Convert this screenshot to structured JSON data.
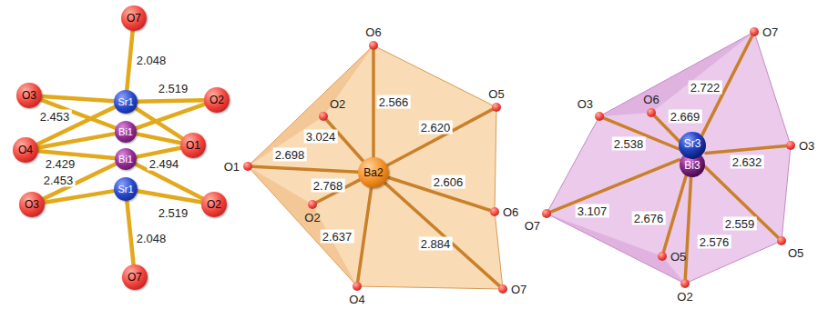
{
  "diagram": {
    "nodes": [
      {
        "text": [
          "O7"
        ]
      },
      {
        "text": [
          "O3"
        ]
      },
      {
        "text": [
          "O2"
        ]
      },
      {
        "text": [
          "Sr1"
        ]
      },
      {
        "text": [
          "Bi1"
        ]
      },
      {
        "text": [
          "O4"
        ]
      },
      {
        "text": [
          "O1"
        ]
      },
      {
        "text": [
          "Bi1"
        ]
      },
      {
        "text": [
          "Sr1"
        ]
      },
      {
        "text": [
          "O3"
        ]
      },
      {
        "text": [
          "O2"
        ]
      },
      {
        "text": [
          "O7"
        ]
      },
      {
        "text": [
          "O6"
        ]
      },
      {
        "text": [
          "O2"
        ]
      },
      {
        "text": [
          "O5"
        ]
      },
      {
        "text": [
          "O1"
        ]
      },
      {
        "text": [
          "Ba2"
        ]
      },
      {
        "text": [
          "O2"
        ]
      },
      {
        "text": [
          "O6"
        ]
      },
      {
        "text": [
          "O4"
        ]
      },
      {
        "text": [
          "O7"
        ]
      },
      {
        "text": [
          "O7"
        ]
      },
      {
        "text": [
          "O3"
        ]
      },
      {
        "text": [
          "O6"
        ]
      },
      {
        "text": [
          "O3"
        ]
      },
      {
        "text": [
          "Sr3",
          "Bi3"
        ]
      },
      {
        "text": [
          "O7"
        ]
      },
      {
        "text": [
          "O5"
        ]
      },
      {
        "text": [
          "O5"
        ]
      },
      {
        "text": [
          "O2"
        ]
      }
    ],
    "edges": [
      {
        "from": 0,
        "to": 3,
        "arrow": "none",
        "label": "2.048"
      },
      {
        "from": 1,
        "to": 3,
        "arrow": "none",
        "label": "2.453"
      },
      {
        "from": 3,
        "to": 2,
        "arrow": "none",
        "label": "2.519"
      },
      {
        "from": 5,
        "to": 4,
        "arrow": "none",
        "label": "2.429"
      },
      {
        "from": 4,
        "to": 6,
        "arrow": "none",
        "label": "2.494"
      },
      {
        "from": 9,
        "to": 8,
        "arrow": "none",
        "label": "2.453"
      },
      {
        "from": 8,
        "to": 10,
        "arrow": "none",
        "label": "2.519"
      },
      {
        "from": 8,
        "to": 11,
        "arrow": "none",
        "label": "2.048"
      },
      {
        "from": 1,
        "to": 4,
        "arrow": "none"
      },
      {
        "from": 2,
        "to": 4,
        "arrow": "none"
      },
      {
        "from": 5,
        "to": 7,
        "arrow": "none"
      },
      {
        "from": 6,
        "to": 7,
        "arrow": "none"
      },
      {
        "from": 9,
        "to": 7,
        "arrow": "none"
      },
      {
        "from": 10,
        "to": 7,
        "arrow": "none"
      },
      {
        "from": 5,
        "to": 3,
        "arrow": "none"
      },
      {
        "from": 6,
        "to": 3,
        "arrow": "none"
      },
      {
        "from": 16,
        "to": 12,
        "arrow": "none",
        "label": "2.566"
      },
      {
        "from": 16,
        "to": 13,
        "arrow": "none",
        "label": "3.024"
      },
      {
        "from": 16,
        "to": 14,
        "arrow": "none",
        "label": "2.620"
      },
      {
        "from": 16,
        "to": 15,
        "arrow": "none",
        "label": "2.698"
      },
      {
        "from": 16,
        "to": 17,
        "arrow": "none",
        "label": "2.768"
      },
      {
        "from": 16,
        "to": 18,
        "arrow": "none",
        "label": "2.606"
      },
      {
        "from": 16,
        "to": 19,
        "arrow": "none",
        "label": "2.637"
      },
      {
        "from": 16,
        "to": 20,
        "arrow": "none",
        "label": "2.884"
      },
      {
        "from": 25,
        "to": 21,
        "arrow": "none",
        "label": "2.722"
      },
      {
        "from": 25,
        "to": 22,
        "arrow": "none",
        "label": "2.538"
      },
      {
        "from": 25,
        "to": 23,
        "arrow": "none",
        "label": "2.669"
      },
      {
        "from": 25,
        "to": 24,
        "arrow": "none",
        "label": "2.632"
      },
      {
        "from": 25,
        "to": 26,
        "arrow": "none",
        "label": "3.107"
      },
      {
        "from": 25,
        "to": 27,
        "arrow": "none",
        "label": "2.676"
      },
      {
        "from": 25,
        "to": 28,
        "arrow": "none",
        "label": "2.559"
      },
      {
        "from": 25,
        "to": 29,
        "arrow": "none",
        "label": "2.576"
      }
    ]
  }
}
